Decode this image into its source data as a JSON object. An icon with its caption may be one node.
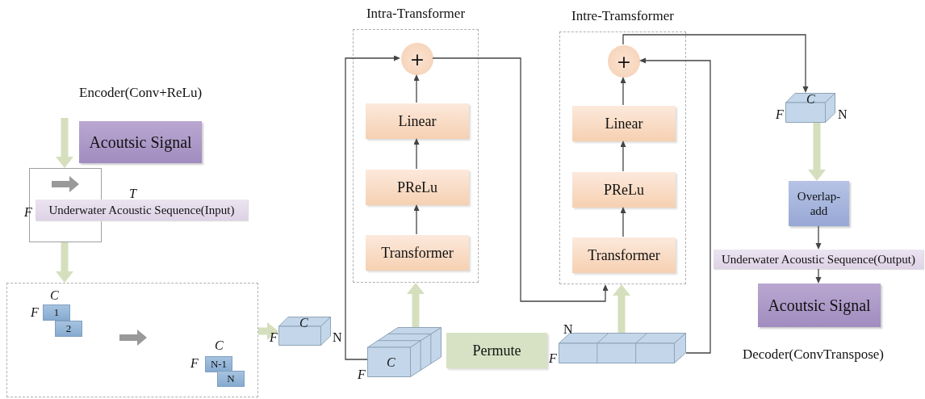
{
  "diagram": {
    "nodes": [
      {
        "text": [
          "Acoutsic Signal"
        ]
      },
      {
        "text": [],
        "shape": "box"
      },
      {
        "text": [
          "Underwater Acoustic Sequence(Input)"
        ],
        "beside": [
          "T",
          "F"
        ]
      },
      {
        "text": [],
        "shape": "box"
      },
      {
        "text": [
          "1"
        ],
        "in": 3,
        "beside": [
          "C",
          "F"
        ]
      },
      {
        "text": [
          "2"
        ],
        "in": 3
      },
      {
        "text": [
          "N-1"
        ],
        "in": 3,
        "beside": [
          "C",
          "F"
        ]
      },
      {
        "text": [
          "N"
        ],
        "in": 3
      },
      {
        "text": [
          "C"
        ],
        "beside": [
          "F",
          "N"
        ]
      },
      {
        "text": [
          "Intra-Transformer"
        ]
      },
      {
        "text": [
          "+"
        ],
        "in": 9
      },
      {
        "text": [
          "Linear"
        ],
        "in": 9
      },
      {
        "text": [
          "PReLu"
        ],
        "in": 9
      },
      {
        "text": [
          "Transformer"
        ],
        "in": 9
      },
      {
        "text": [
          "C"
        ],
        "beside": [
          "F"
        ]
      },
      {
        "text": [
          "Permute"
        ]
      },
      {
        "text": [],
        "shape": "box",
        "beside": [
          "N",
          "F"
        ]
      },
      {
        "text": [
          "Intre-Tramsformer"
        ]
      },
      {
        "text": [
          "+"
        ],
        "in": 17
      },
      {
        "text": [
          "Linear"
        ],
        "in": 17
      },
      {
        "text": [
          "PReLu"
        ],
        "in": 17
      },
      {
        "text": [
          "Transformer"
        ],
        "in": 17
      },
      {
        "text": [
          "C"
        ],
        "beside": [
          "F",
          "N"
        ]
      },
      {
        "text": [
          "Overlap- add"
        ]
      },
      {
        "text": [
          "Underwater Acoustic Sequence(Output)"
        ]
      },
      {
        "text": [
          "Acoutsic Signal"
        ]
      }
    ],
    "edges": [
      {
        "from": null,
        "to": 1,
        "arrow": "to",
        "style": "thick",
        "color": "#d5dfbd"
      },
      {
        "from": 1,
        "to": 3,
        "arrow": "to",
        "style": "thick",
        "color": "#d5dfbd"
      },
      {
        "from": 3,
        "to": 8,
        "arrow": "to",
        "style": "thick",
        "color": "#d5dfbd"
      },
      {
        "from": 13,
        "to": 12,
        "arrow": "to"
      },
      {
        "from": 12,
        "to": 11,
        "arrow": "to"
      },
      {
        "from": 11,
        "to": 10,
        "arrow": "to"
      },
      {
        "from": 14,
        "to": 10,
        "arrow": "to"
      },
      {
        "from": 14,
        "to": 9,
        "arrow": "to",
        "style": "thick",
        "color": "#d5dfbd"
      },
      {
        "from": 10,
        "to": 17,
        "arrow": "to"
      },
      {
        "from": 21,
        "to": 20,
        "arrow": "to"
      },
      {
        "from": 20,
        "to": 19,
        "arrow": "to"
      },
      {
        "from": 19,
        "to": 18,
        "arrow": "to"
      },
      {
        "from": 16,
        "to": 17,
        "arrow": "to",
        "style": "thick",
        "color": "#d5dfbd"
      },
      {
        "from": 16,
        "to": 18,
        "arrow": "to"
      },
      {
        "from": 18,
        "to": 22,
        "arrow": "to"
      },
      {
        "from": 22,
        "to": 23,
        "arrow": "to",
        "style": "thick",
        "color": "#d5dfbd"
      },
      {
        "from": 23,
        "to": 24,
        "arrow": "to"
      },
      {
        "from": 24,
        "to": 25,
        "arrow": "to"
      }
    ],
    "labels": [
      "Encoder(Conv+ReLu)",
      "Decoder(ConvTranspose)"
    ]
  }
}
